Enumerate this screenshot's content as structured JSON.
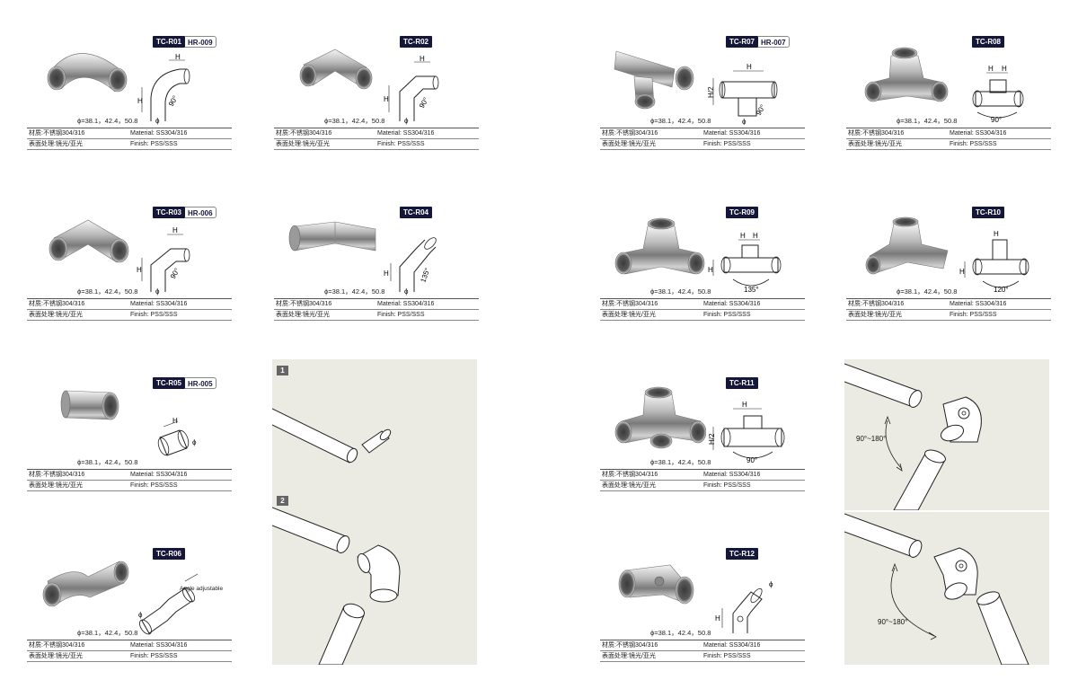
{
  "common": {
    "diameters": "ϕ=38.1，42.4，50.8",
    "material_cn": "材质:不锈钢304/316",
    "finish_cn": "表面处理:镜光/亚光",
    "material_en": "Material: SS304/316",
    "finish_en": "Finish: PSS/SSS",
    "dim_h": "H",
    "dim_h_half": "H/2",
    "dim_phi": "ϕ"
  },
  "products": [
    {
      "code": "TC-R01",
      "alt": "HR-009",
      "angle": "90°"
    },
    {
      "code": "TC-R02",
      "alt": "",
      "angle": "90°"
    },
    {
      "code": "TC-R07",
      "alt": "HR-007",
      "angle": "90°"
    },
    {
      "code": "TC-R08",
      "alt": "",
      "angle": "90°"
    },
    {
      "code": "TC-R03",
      "alt": "HR-006",
      "angle": "90°"
    },
    {
      "code": "TC-R04",
      "alt": "",
      "angle": "135°"
    },
    {
      "code": "TC-R09",
      "alt": "",
      "angle": "135°"
    },
    {
      "code": "TC-R10",
      "alt": "",
      "angle": "120°"
    },
    {
      "code": "TC-R05",
      "alt": "HR-005",
      "angle": ""
    },
    {
      "code": "TC-R11",
      "alt": "",
      "angle": "90°"
    },
    {
      "code": "TC-R06",
      "alt": "",
      "angle": "",
      "note": "Angle adjustable"
    },
    {
      "code": "TC-R12",
      "alt": "",
      "angle": ""
    }
  ],
  "assembly": {
    "step1": "1",
    "step2": "2",
    "range_label": "90°~180°"
  },
  "colors": {
    "badge_bg": "#15173a",
    "panel_bg": "#ebebe3",
    "steel_light": "#e6e6e6",
    "steel_dark": "#5e5e5e"
  }
}
